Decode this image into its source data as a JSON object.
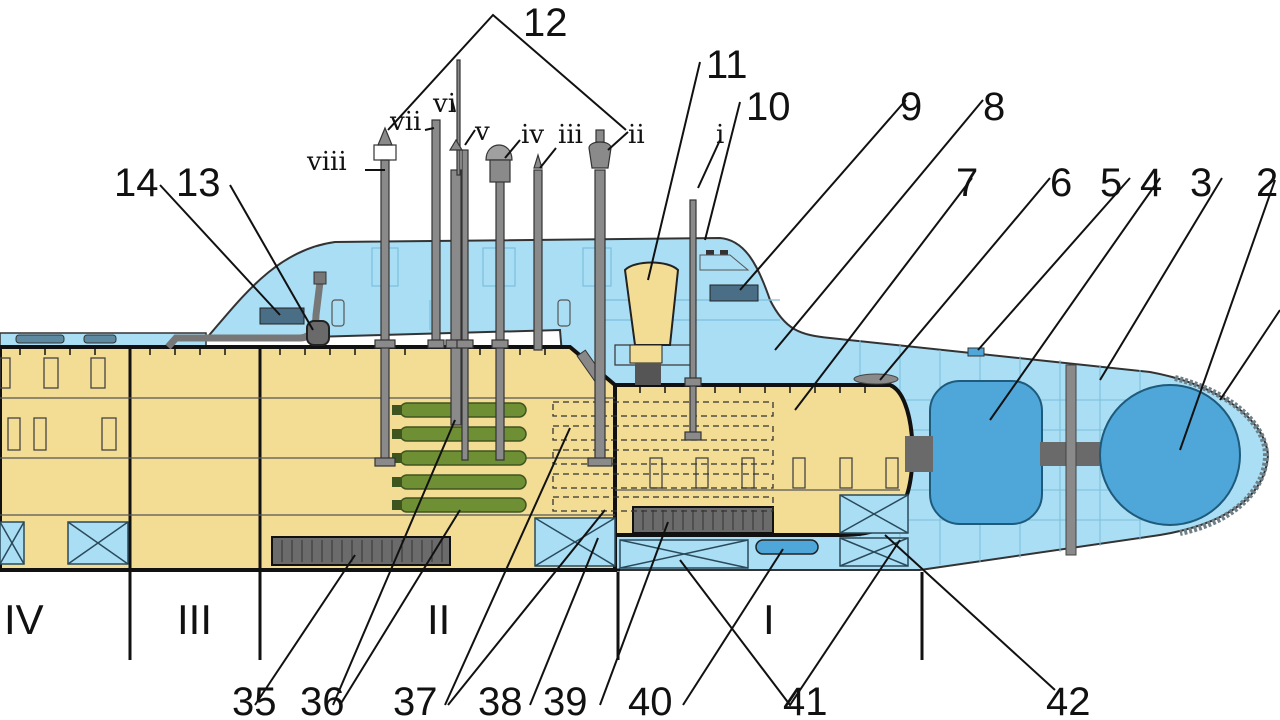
{
  "callouts": {
    "n2": "2",
    "n3": "3",
    "n4": "4",
    "n5": "5",
    "n6": "6",
    "n7": "7",
    "n8": "8",
    "n9": "9",
    "n10": "10",
    "n11": "11",
    "n12": "12",
    "n13": "13",
    "n14": "14",
    "n35": "35",
    "n36": "36",
    "n37": "37",
    "n38": "38",
    "n39": "39",
    "n40": "40",
    "n41": "41",
    "n42": "42"
  },
  "masts": {
    "i": "i",
    "ii": "ii",
    "iii": "iii",
    "iv": "iv",
    "v": "v",
    "vi": "vi",
    "vii": "vii",
    "viii": "viii"
  },
  "sections": {
    "s1": "I",
    "s2": "II",
    "s3": "III",
    "s4": "IV"
  },
  "colors": {
    "water": "#a9def5",
    "interior": "#f3dd94",
    "sonar": "#4ea7d8",
    "torpedo": "#6f8f35",
    "mast": "#8a8a8a",
    "hull_line": "#222222",
    "outline": "#111111"
  }
}
